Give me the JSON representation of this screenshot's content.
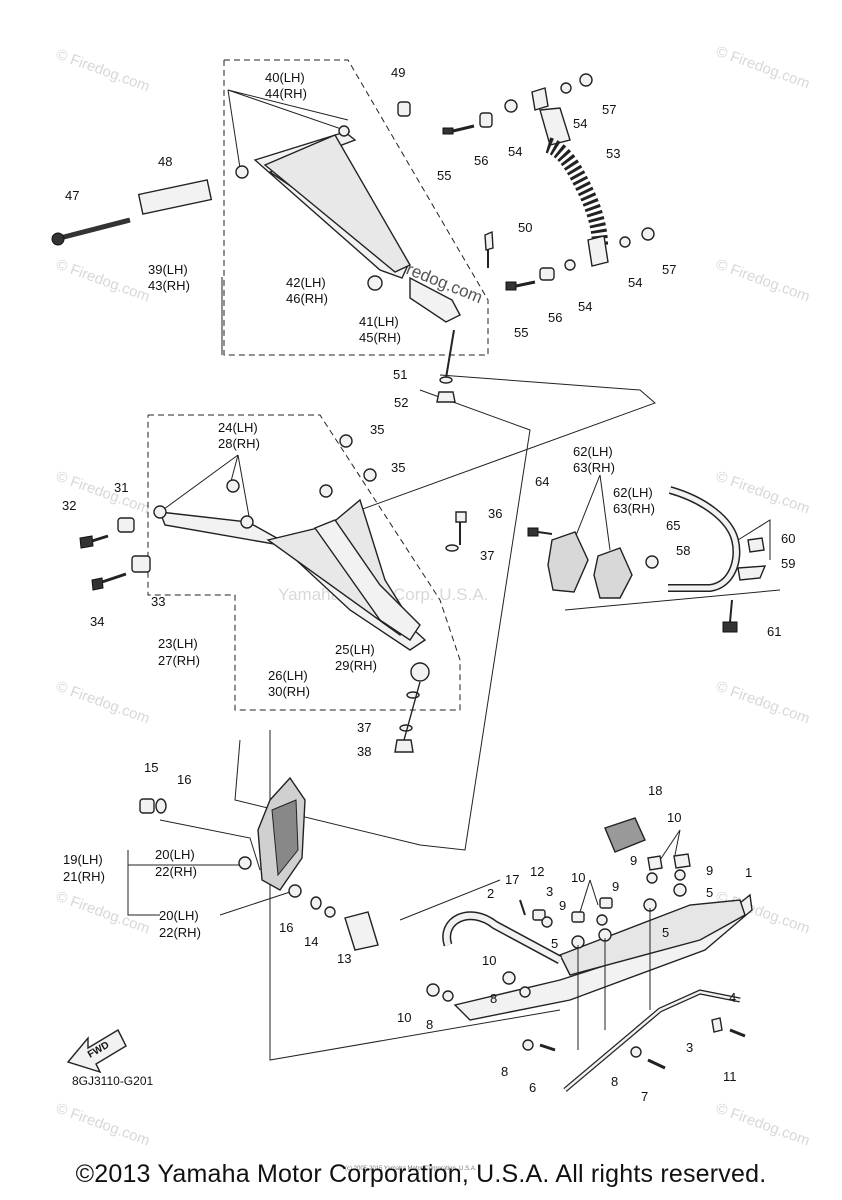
{
  "watermark_text": "© Firedog.com",
  "center_watermark": "Yamaha Motor Corp. U.S.A.",
  "arm_watermark": "Firedog.com",
  "fwd_label": "FWD",
  "diagram_code": "8GJ3110-G201",
  "copyright": "©2013 Yamaha Motor Corporation, U.S.A. All rights reserved.",
  "fine_print": "(c) 2005-2015 Yamaha Motor Corporation, U.S.A.",
  "callouts": {
    "c1": "1",
    "c2": "2",
    "c3a": "3",
    "c3b": "3",
    "c4": "4",
    "c5a": "5",
    "c5b": "5",
    "c5c": "5",
    "c6": "6",
    "c7": "7",
    "c8a": "8",
    "c8b": "8",
    "c8c": "8",
    "c8d": "8",
    "c9a": "9",
    "c9b": "9",
    "c9c": "9",
    "c9d": "9",
    "c10a": "10",
    "c10b": "10",
    "c10c": "10",
    "c10d": "10",
    "c11": "11",
    "c12": "12",
    "c13": "13",
    "c14": "14",
    "c15": "15",
    "c16a": "16",
    "c16b": "16",
    "c17": "17",
    "c18": "18",
    "c19": "19(LH)",
    "c21": "21(RH)",
    "c20a": "20(LH)",
    "c22a": "22(RH)",
    "c20b": "20(LH)",
    "c22b": "22(RH)",
    "c23": "23(LH)",
    "c27": "27(RH)",
    "c24": "24(LH)",
    "c28": "28(RH)",
    "c25": "25(LH)",
    "c29": "29(RH)",
    "c26": "26(LH)",
    "c30": "30(RH)",
    "c31": "31",
    "c32": "32",
    "c33": "33",
    "c34": "34",
    "c35a": "35",
    "c35b": "35",
    "c36": "36",
    "c37a": "37",
    "c37b": "37",
    "c38": "38",
    "c39": "39(LH)",
    "c43": "43(RH)",
    "c40": "40(LH)",
    "c44": "44(RH)",
    "c41": "41(LH)",
    "c45": "45(RH)",
    "c42": "42(LH)",
    "c46": "46(RH)",
    "c47": "47",
    "c48": "48",
    "c49": "49",
    "c50": "50",
    "c51": "51",
    "c52": "52",
    "c53": "53",
    "c54a": "54",
    "c54b": "54",
    "c54c": "54",
    "c54d": "54",
    "c55a": "55",
    "c55b": "55",
    "c56a": "56",
    "c56b": "56",
    "c57a": "57",
    "c57b": "57",
    "c58": "58",
    "c59": "59",
    "c60": "60",
    "c61": "61",
    "c62a": "62(LH)",
    "c63a": "63(RH)",
    "c62b": "62(LH)",
    "c63b": "63(RH)",
    "c64": "64",
    "c65": "65"
  }
}
